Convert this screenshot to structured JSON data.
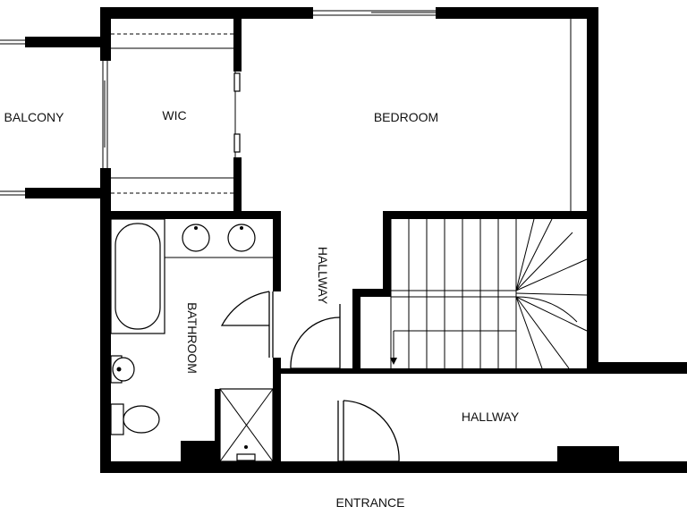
{
  "rooms": {
    "balcony": "BALCONY",
    "wic": "WIC",
    "bedroom": "BEDROOM",
    "hallway_vertical": "HALLWAY",
    "bathroom": "BATHROOM",
    "hallway": "HALLWAY",
    "entrance": "ENTRANCE"
  },
  "colors": {
    "wall": "#000000",
    "background": "#ffffff",
    "line": "#000000"
  }
}
